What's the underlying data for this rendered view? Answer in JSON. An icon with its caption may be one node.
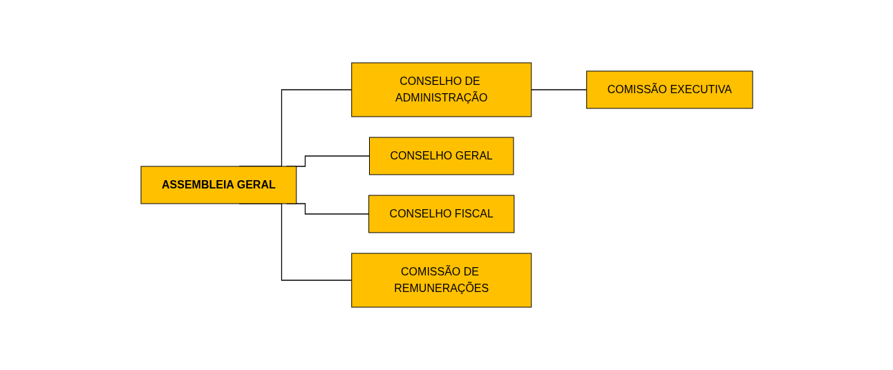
{
  "diagram": {
    "nodes": [
      {
        "text": [
          "ASSEMBLEIA GERAL"
        ]
      },
      {
        "text": [
          "CONSELHO DE ADMINISTRAÇÃO"
        ]
      },
      {
        "text": [
          "COMISSÃO EXECUTIVA"
        ]
      },
      {
        "text": [
          "CONSELHO GERAL"
        ]
      },
      {
        "text": [
          "CONSELHO FISCAL"
        ]
      },
      {
        "text": [
          "COMISSÃO DE REMUNERAÇÕES"
        ]
      }
    ],
    "edges": [
      {
        "from": 0,
        "to": 1,
        "arrow": "none"
      },
      {
        "from": 1,
        "to": 2,
        "arrow": "none"
      },
      {
        "from": 0,
        "to": 3,
        "arrow": "none"
      },
      {
        "from": 0,
        "to": 4,
        "arrow": "none"
      },
      {
        "from": 0,
        "to": 5,
        "arrow": "none"
      }
    ]
  }
}
